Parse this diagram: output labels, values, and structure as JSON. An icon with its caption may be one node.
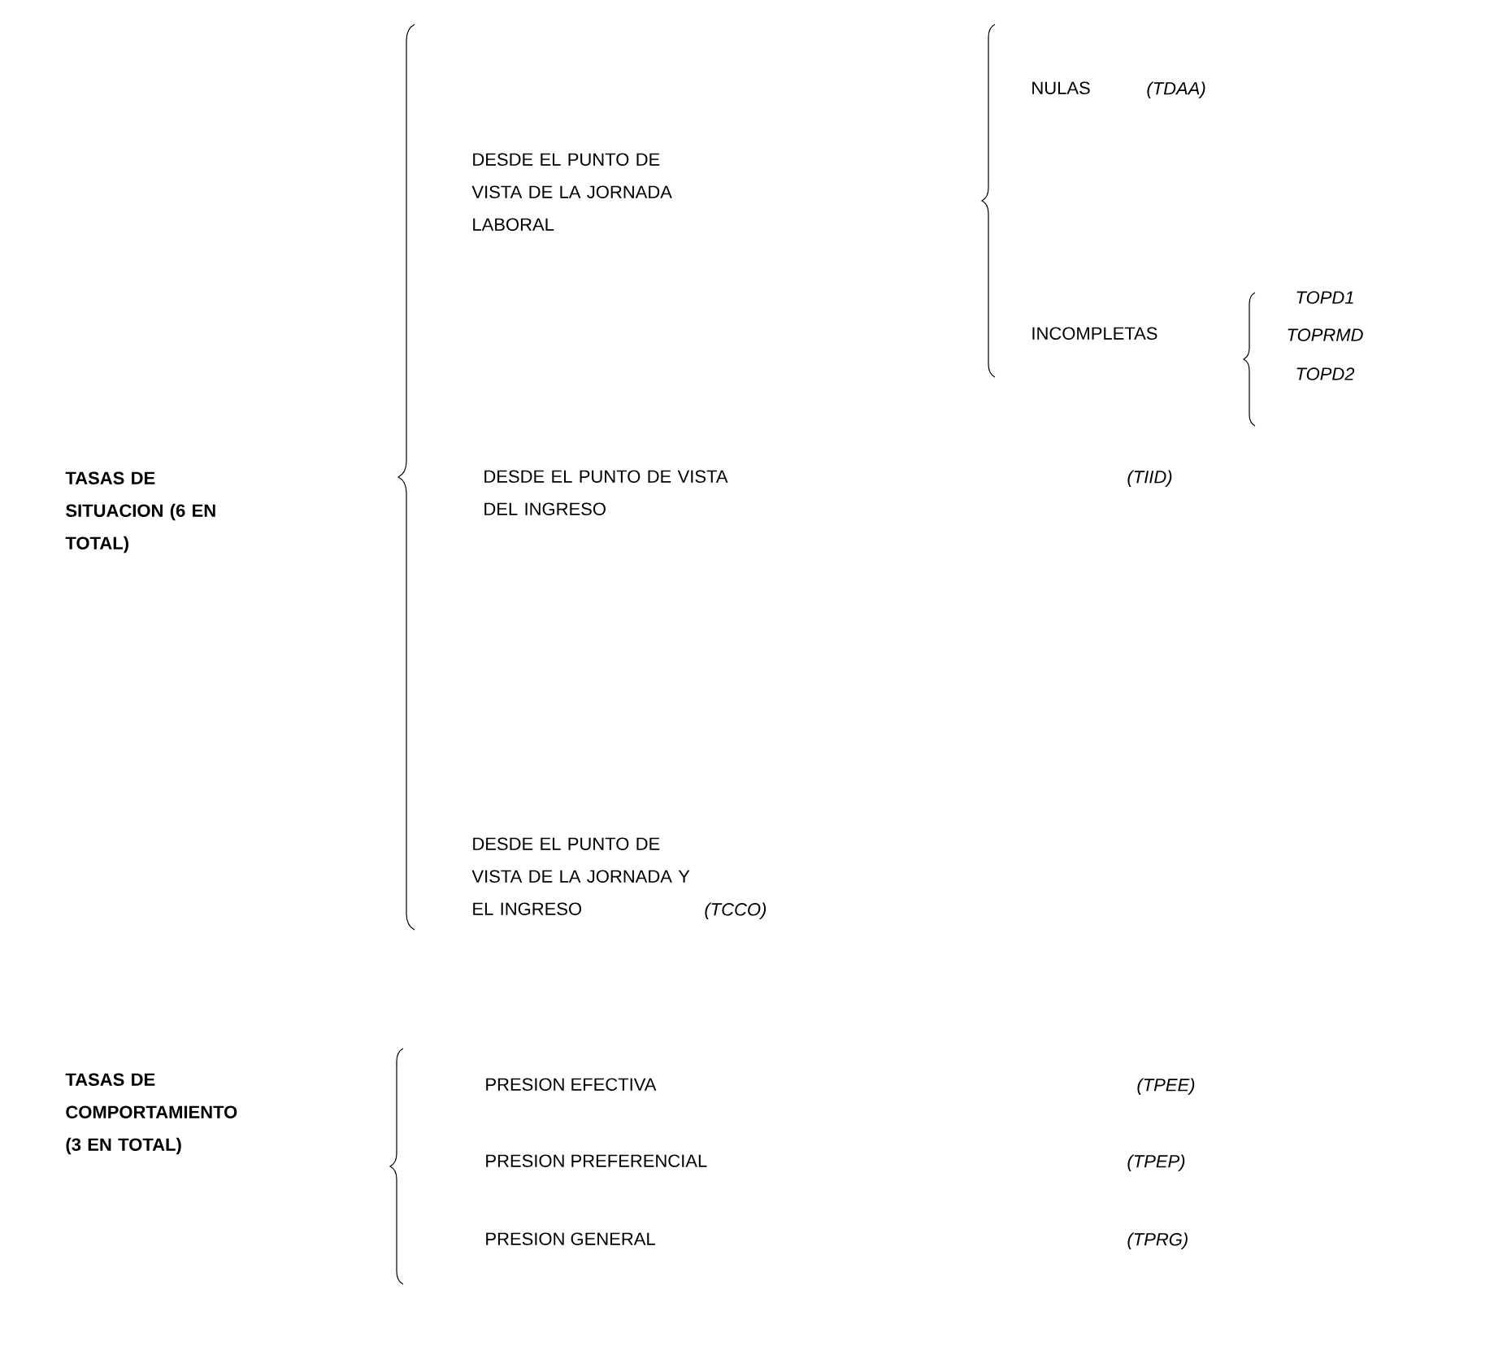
{
  "diagram": {
    "nodes": [
      {
        "text": [
          "TASAS DE SITUACION (6 EN TOTAL)"
        ]
      },
      {
        "text": [
          "DESDE EL PUNTO DE VISTA DE LA JORNADA LABORAL"
        ]
      },
      {
        "text": [
          "NULAS"
        ],
        "beside": [
          "(TDAA)"
        ]
      },
      {
        "text": [
          "INCOMPLETAS"
        ]
      },
      {
        "text": [
          "TOPD1"
        ]
      },
      {
        "text": [
          "TOPRMD"
        ]
      },
      {
        "text": [
          "TOPD2"
        ]
      },
      {
        "text": [
          "DESDE EL PUNTO DE VISTA DEL INGRESO"
        ],
        "beside": [
          "(TIID)"
        ]
      },
      {
        "text": [
          "DESDE EL PUNTO DE VISTA DE LA JORNADA Y EL INGRESO"
        ],
        "beside": [
          "(TCCO)"
        ]
      },
      {
        "text": [
          "TASAS DE COMPORTAMIENTO (3 EN TOTAL)"
        ]
      },
      {
        "text": [
          "PRESION EFECTIVA"
        ],
        "beside": [
          "(TPEE)"
        ]
      },
      {
        "text": [
          "PRESION PREFERENCIAL"
        ],
        "beside": [
          "(TPEP)"
        ]
      },
      {
        "text": [
          "PRESION GENERAL"
        ],
        "beside": [
          "(TPRG)"
        ]
      }
    ]
  }
}
